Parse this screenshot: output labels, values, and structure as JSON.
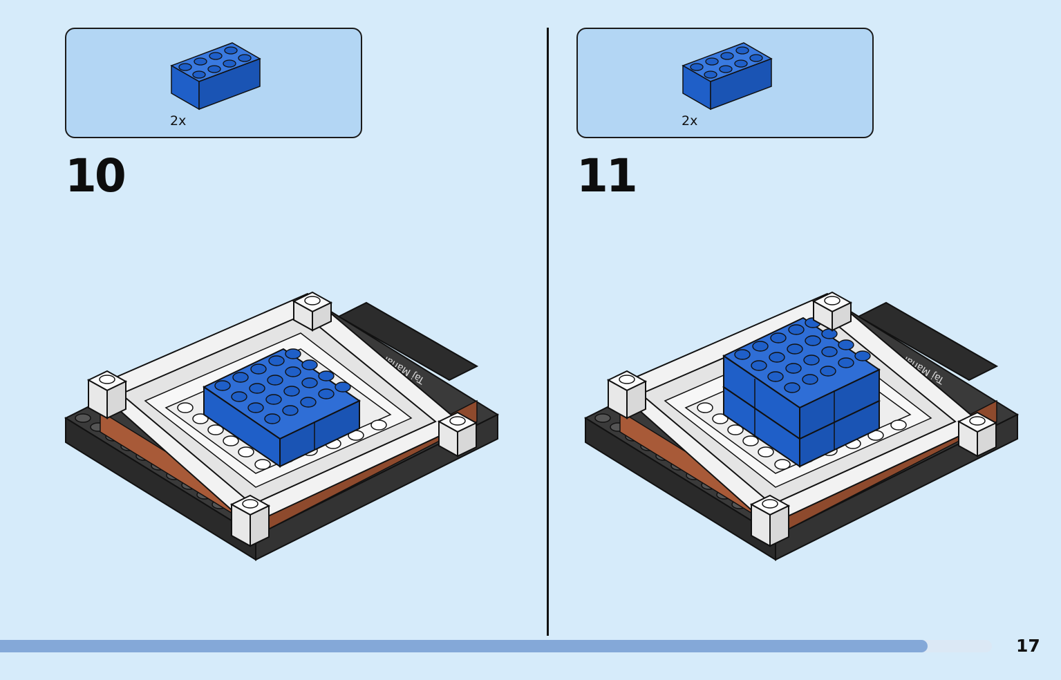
{
  "steps": [
    {
      "number": "10",
      "parts_quantity": "2x",
      "part_name": "blue-brick-2x4-icon"
    },
    {
      "number": "11",
      "parts_quantity": "2x",
      "part_name": "blue-brick-2x4-icon"
    }
  ],
  "tile_print": "Taj Mahal",
  "page_number": "17",
  "progress": 0.935,
  "colors": {
    "background": "#d6ebfa",
    "parts_box": "#b3d6f4",
    "brick_blue": "#1f5fc8",
    "progress_bar": "#84a8d8",
    "baseplate_dark": "#3a3a3a",
    "brown_trim": "#a85a38"
  }
}
